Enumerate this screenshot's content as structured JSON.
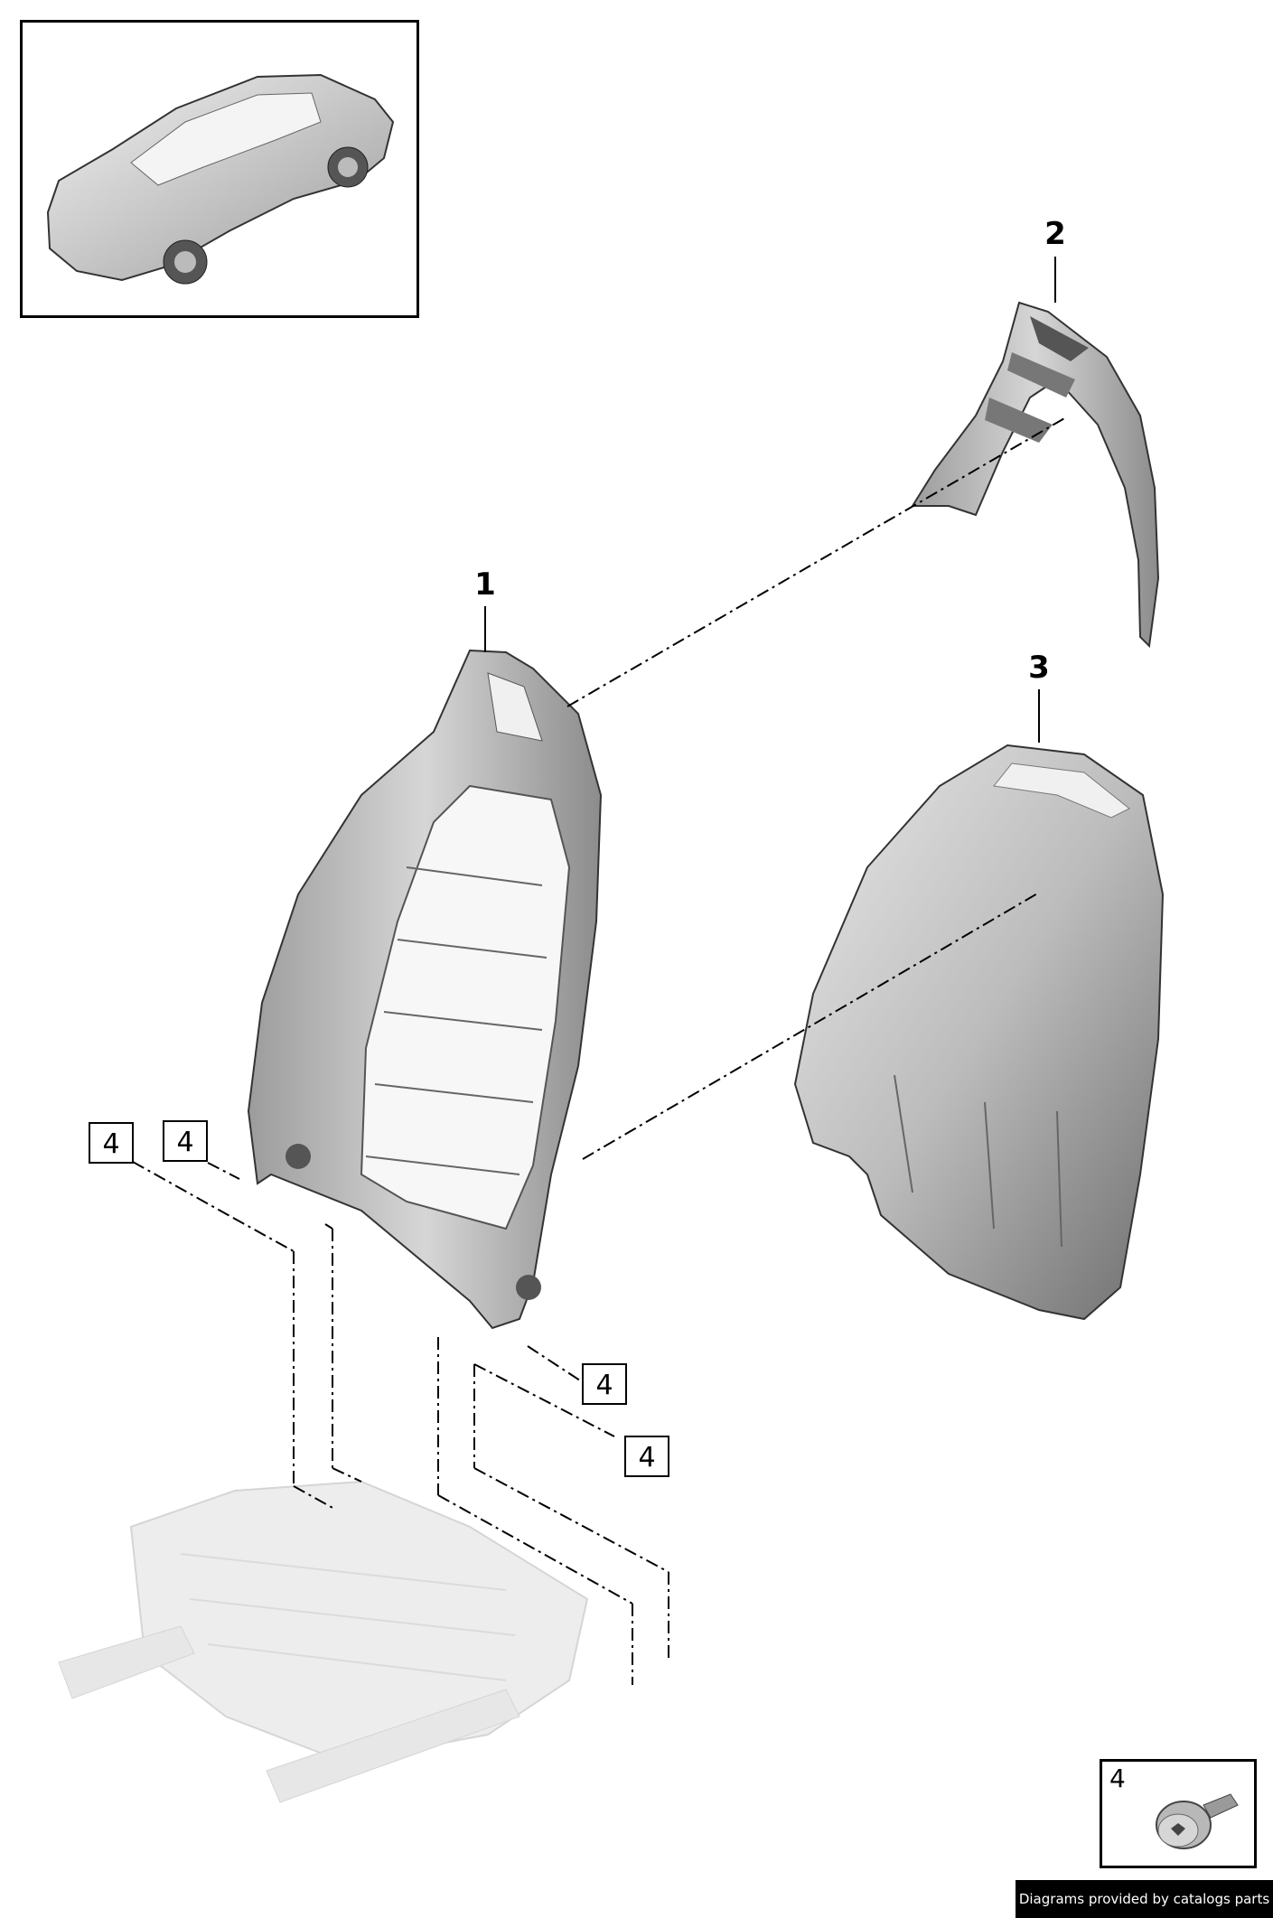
{
  "diagram": {
    "callouts": {
      "part1": "1",
      "part2": "2",
      "part3": "3"
    },
    "fastener_boxes": [
      "4",
      "4",
      "4",
      "4"
    ],
    "legend": {
      "part_number": "4",
      "icon": "bolt-screw-icon"
    },
    "thumbnail": {
      "icon": "car-overview-icon"
    },
    "credit": "Diagrams provided by catalogs parts",
    "colors": {
      "line": "#000000",
      "part_fill": "#c9c9c9",
      "part_dark": "#8a8a8a",
      "ghost": "#e3e3e3"
    }
  }
}
